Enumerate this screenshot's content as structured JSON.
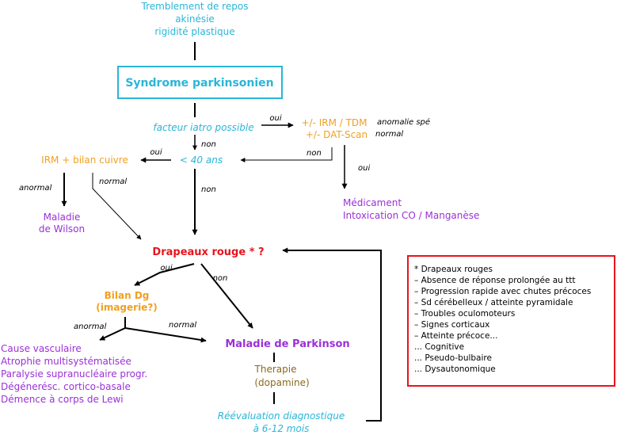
{
  "symptoms": [
    "Tremblement de repos",
    "akinésie",
    "rigidité plastique"
  ],
  "syndrome": "Syndrome parkinsonien",
  "facteur_iatro": "facteur iatro possible",
  "imaging_iatro": [
    "+/- IRM / TDM",
    "+/- DAT-Scan"
  ],
  "anomalie": "anomalie spé",
  "normal_right": "normal",
  "medicament": [
    "Médicament",
    "Intoxication CO / Manganèse"
  ],
  "age": "< 40 ans",
  "irm_cuivre": "IRM + bilan cuivre",
  "wilson": [
    "Maladie",
    "de Wilson"
  ],
  "drapeaux": "Drapeaux rouge * ?",
  "bilan_dg": [
    "Bilan Dg",
    "(imagerie?)"
  ],
  "parkinson": "Maladie de Parkinson",
  "therapie": [
    "Therapie",
    "(dopamine)"
  ],
  "reevaluation": [
    "Réévaluation diagnostique",
    "à 6-12 mois"
  ],
  "atypical": [
    "Cause vasculaire",
    "Atrophie multisystématisée",
    "Paralysie supranucléaire progr.",
    "Dégénerésc. cortico-basale",
    "Démence à corps de Lewi"
  ],
  "labels": {
    "oui_1": "oui",
    "non_1": "non",
    "non_2": "non",
    "oui_2": "oui",
    "non_3": "non",
    "oui_3": "oui",
    "anormal_1": "anormal",
    "normal_1": "normal",
    "oui_4": "oui",
    "non_4": "non",
    "anormal_2": "anormal",
    "normal_2": "normal"
  },
  "legend_items": [
    "* Drapeaux rouges",
    "– Absence de réponse prolongée au ttt",
    "– Progression rapide avec chutes précoces",
    "– Sd cérébelleux / atteinte pyramidale",
    "– Troubles oculomoteurs",
    "– Signes corticaux",
    "– Atteinte précoce...",
    "... Cognitive",
    "... Pseudo-bulbaire",
    "... Dysautonomique"
  ],
  "colors": {
    "cyan": "#29b6d8",
    "orange": "#f0a020",
    "purple": "#9b30d8",
    "red": "#e8141c",
    "brown": "#8a6a1a",
    "legend_border": "#e8141c"
  }
}
